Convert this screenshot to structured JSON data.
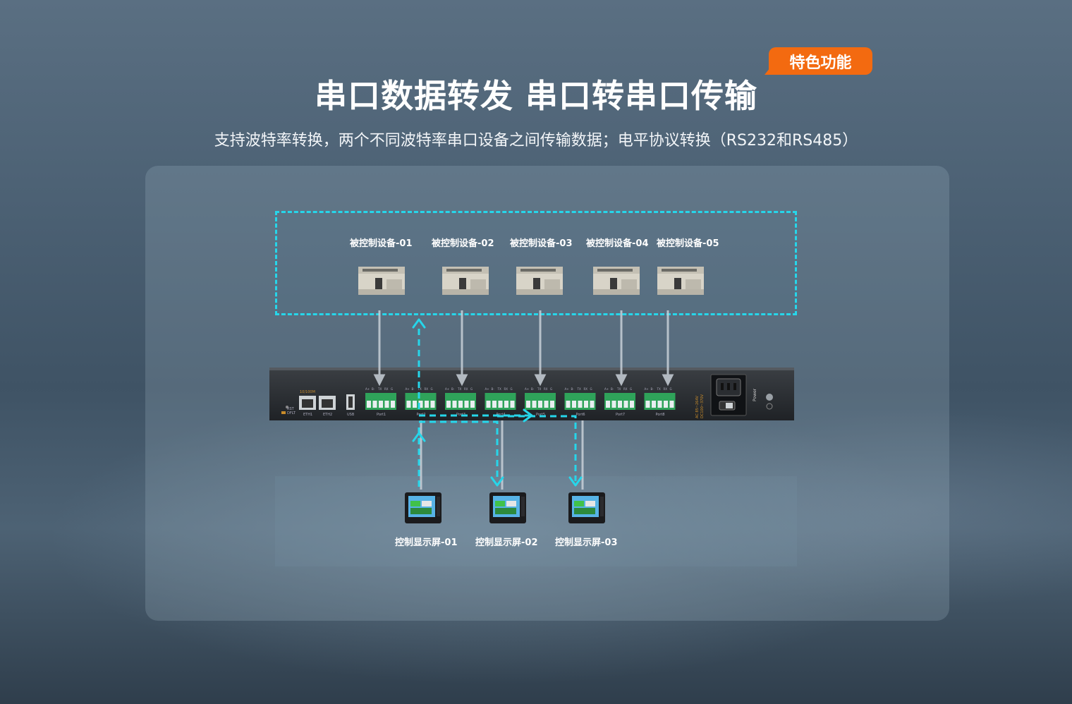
{
  "header": {
    "title": "串口数据转发 串口转串口传输",
    "badge": "特色功能",
    "subtitle": "支持波特率转换，两个不同波特率串口设备之间传输数据；电平协议转换（RS232和RS485）"
  },
  "devices": [
    {
      "label": "被控制设备-01"
    },
    {
      "label": "被控制设备-02"
    },
    {
      "label": "被控制设备-03"
    },
    {
      "label": "被控制设备-04"
    },
    {
      "label": "被控制设备-05"
    }
  ],
  "screens": [
    {
      "label": "控制显示屏-01"
    },
    {
      "label": "控制显示屏-02"
    },
    {
      "label": "控制显示屏-03"
    }
  ],
  "gateway": {
    "eth_top_label": "10/100M",
    "eth1": "ETH1",
    "eth2": "ETH2",
    "usb": "USB",
    "pin_labels": [
      "A+",
      "B-",
      "TX",
      "RX",
      "G"
    ],
    "ports": [
      "Port1",
      "Port2",
      "Port3",
      "Port4",
      "Port5",
      "Port6",
      "Port7",
      "Port8"
    ],
    "power_spec_1": "AC 85~264V",
    "power_spec_2": "DC100~370V",
    "power_label": "Power",
    "rst_label": "RST",
    "dflt_label": "DFLT"
  },
  "colors": {
    "accent": "#f36a10",
    "flow": "#26d6ea",
    "link": "#c8d0d8"
  }
}
